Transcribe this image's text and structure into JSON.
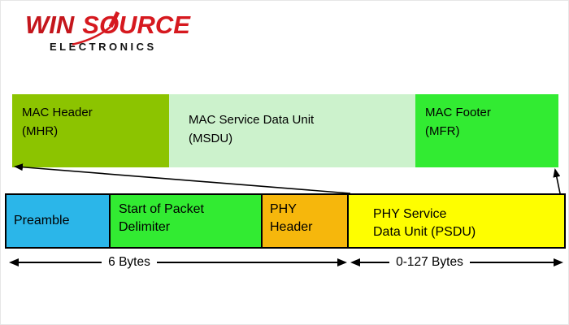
{
  "logo": {
    "win": "WIN",
    "source": "SOURCE",
    "subtitle": "ELECTRONICS",
    "brand_red": "#D6191F"
  },
  "mac": {
    "cells": [
      {
        "label": "MAC Header\n(MHR)",
        "color": "#8CC400"
      },
      {
        "label": "MAC Service Data Unit\n(MSDU)",
        "color": "#CCF2CC"
      },
      {
        "label": "MAC Footer\n(MFR)",
        "color": "#32EB32"
      }
    ]
  },
  "phy": {
    "cells": [
      {
        "label": "Preamble",
        "color": "#2BB6E9"
      },
      {
        "label": "Start of Packet\nDelimiter",
        "color": "#32EB32"
      },
      {
        "label": "PHY\nHeader",
        "color": "#F6B70C"
      },
      {
        "label": "PHY Service\nData Unit (PSDU)",
        "color": "#FEFE00"
      }
    ]
  },
  "measurements": [
    {
      "label": "6 Bytes"
    },
    {
      "label": "0-127 Bytes"
    }
  ]
}
